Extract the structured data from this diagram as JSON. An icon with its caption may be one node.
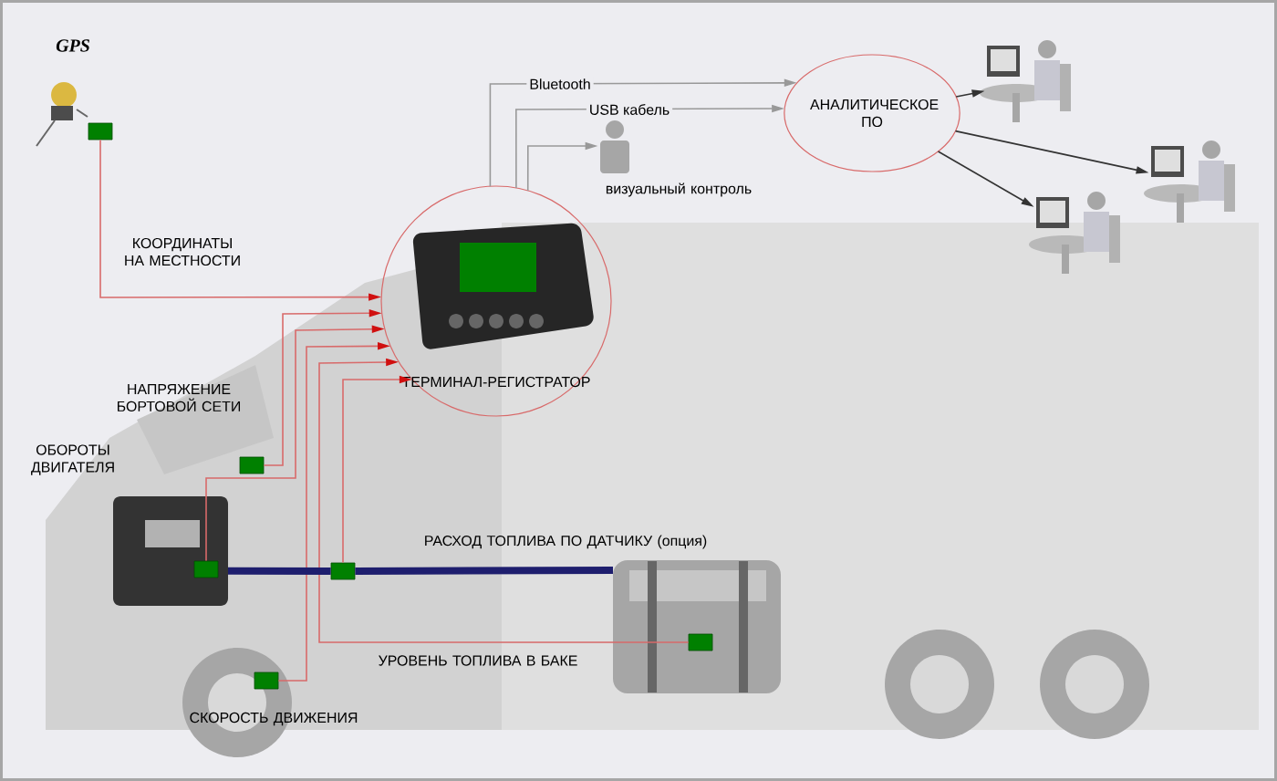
{
  "diagram": {
    "nodes": [
      {
        "text": [],
        "shape": "box",
        "beside": [
          "GPS"
        ]
      },
      {
        "text": [],
        "shape": "box",
        "beside": [
          "НАПРЯЖЕНИЕ БОРТОВОЙ СЕТИ"
        ]
      },
      {
        "text": [],
        "shape": "picture",
        "beside": [
          "ОБОРОТЫ ДВИГАТЕЛЯ"
        ]
      },
      {
        "text": [],
        "shape": "box",
        "in": 2
      },
      {
        "text": [],
        "shape": "box"
      },
      {
        "text": [],
        "shape": "cylinder"
      },
      {
        "text": [],
        "shape": "box",
        "in": 5
      },
      {
        "text": [],
        "shape": "box",
        "beside": [
          "СКОРОСТЬ ДВИЖЕНИЯ"
        ]
      },
      {
        "text": [
          "ТЕРМИНАЛ-РЕГИСТРАТОР"
        ]
      },
      {
        "text": [],
        "shape": "person"
      },
      {
        "text": [
          "АНАЛИТИЧЕСКОЕ ПО"
        ]
      },
      {
        "text": [],
        "shape": "picture"
      },
      {
        "text": [],
        "shape": "picture"
      },
      {
        "text": [],
        "shape": "picture"
      }
    ],
    "edges": [
      {
        "from": 0,
        "to": 8,
        "arrow": "to",
        "label": "КООРДИНАТЫ НА МЕСТНОСТИ"
      },
      {
        "from": 1,
        "to": 8,
        "arrow": "to"
      },
      {
        "from": 3,
        "to": 8,
        "arrow": "to"
      },
      {
        "from": 7,
        "to": 8,
        "arrow": "to"
      },
      {
        "from": 6,
        "to": 8,
        "arrow": "to"
      },
      {
        "from": 4,
        "to": 8,
        "arrow": "to"
      },
      {
        "from": 8,
        "to": 10,
        "arrow": "to",
        "label": "Bluetooth",
        "color": "#999999"
      },
      {
        "from": 8,
        "to": 10,
        "arrow": "to",
        "label": "USB кабель",
        "color": "#999999"
      },
      {
        "from": 8,
        "to": 9,
        "arrow": "to",
        "color": "#999999"
      },
      {
        "from": 10,
        "to": 11,
        "arrow": "to",
        "color": "#333333"
      },
      {
        "from": 10,
        "to": 12,
        "arrow": "to",
        "color": "#333333"
      },
      {
        "from": 10,
        "to": 13,
        "arrow": "to",
        "color": "#333333"
      },
      {
        "from": 2,
        "to": 4,
        "arrow": "none",
        "style": "thick",
        "color": "#1e1e6e"
      },
      {
        "from": 4,
        "to": 5,
        "arrow": "none",
        "style": "thick",
        "color": "#1e1e6e"
      }
    ],
    "labels": [
      "визуальный контроль",
      "РАСХОД ТОПЛИВА ПО ДАТЧИКУ (опция)",
      "УРОВЕНЬ ТОПЛИВА В БАКЕ"
    ]
  }
}
